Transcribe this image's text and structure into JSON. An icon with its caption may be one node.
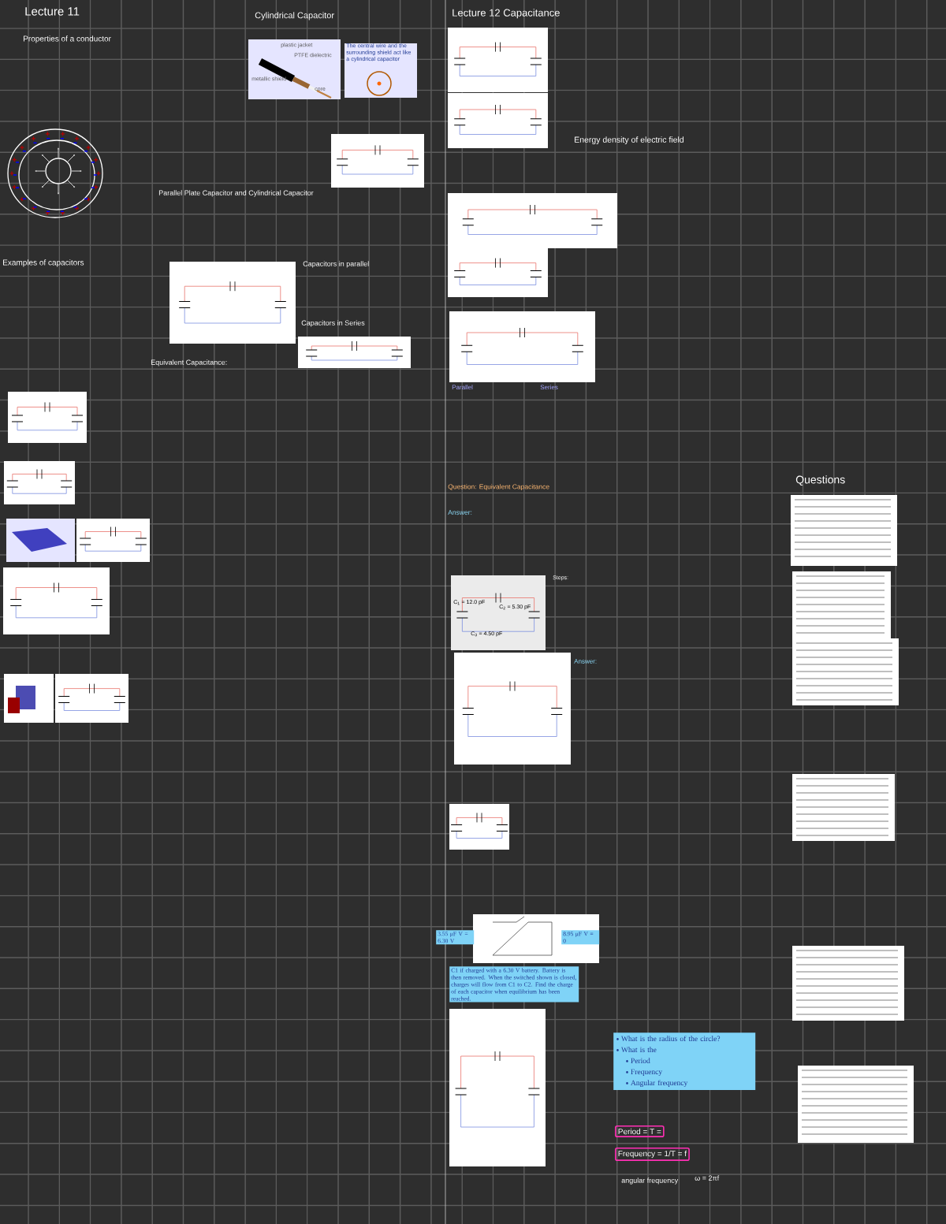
{
  "diagram": {
    "nodes": [
      {
        "text": [
          "What is the radius of the circle?",
          "What is the",
          "Period",
          "Frequency",
          "Angular frequency"
        ]
      },
      {
        "text": [
          "3.55 μF V = 6.30 V"
        ]
      },
      {
        "text": [
          "8.95 μF V = 0"
        ]
      },
      {
        "text": [
          "C1 if charged with a 6.30 V battery. Battery is then removed. When the switched shown is closed, charges will flow from C1 to C2. Find the charge of each capacitor when equilibrium has been reached."
        ]
      },
      {
        "text": [
          "Period = T ="
        ]
      },
      {
        "text": [
          "Frequency = 1/T = f"
        ]
      }
    ],
    "labels": [
      "Lecture 11",
      "Properties of a conductor",
      "Cylindrical Capacitor",
      "plastic jacket",
      "PTFE dielectric",
      "metallic shield",
      "core",
      "The central wire and the surrounding shield act like a cylindrical capacitor",
      "Parallel Plate Capacitor and Cylindrical Capacitor",
      "Examples of capacitors",
      "Capacitors in parallel",
      "Capacitors in Series",
      "Equivalent Capacitance:",
      "Lecture 12 Capacitance",
      "Energy density of electric field",
      "Parallel",
      "Series",
      "Question: Equivalent Capacitance",
      "Answer:",
      "C$_{1}$ = 12.0 pF",
      "C$_{2}$ = 5.30 pF",
      "C$_{3}$ = 4.50 pF",
      "Steps:",
      "Answer:",
      "Questions",
      "angular frequency",
      "ω = 2πf"
    ]
  }
}
